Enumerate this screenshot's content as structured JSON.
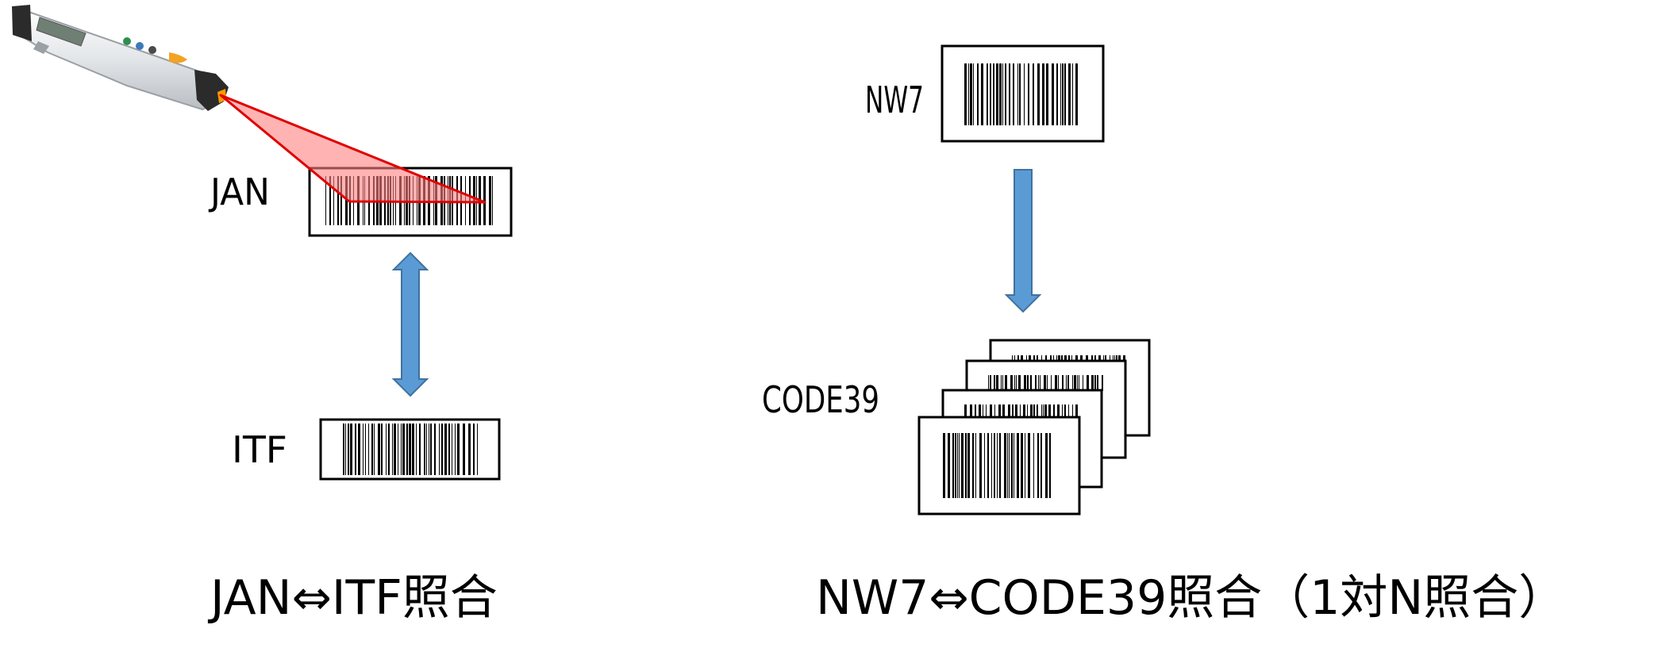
{
  "left_diagram": {
    "label_top": "JAN",
    "label_bottom": "ITF",
    "caption": "JAN⇔ITF照合"
  },
  "right_diagram": {
    "label_top": "NW7",
    "label_bottom": "CODE39",
    "caption": "NW7⇔CODE39照合（1対N照合）"
  },
  "colors": {
    "arrow_fill": "#5b9bd5",
    "arrow_stroke": "#41719c",
    "laser_fill": "#ff8080",
    "laser_stroke": "#e00000",
    "scanner_body": "#e6e8ea",
    "scanner_head": "#2b2b2b"
  },
  "icons": [
    "barcode-scanner-icon",
    "laser-beam",
    "double-arrow",
    "down-arrow",
    "barcode-label"
  ]
}
